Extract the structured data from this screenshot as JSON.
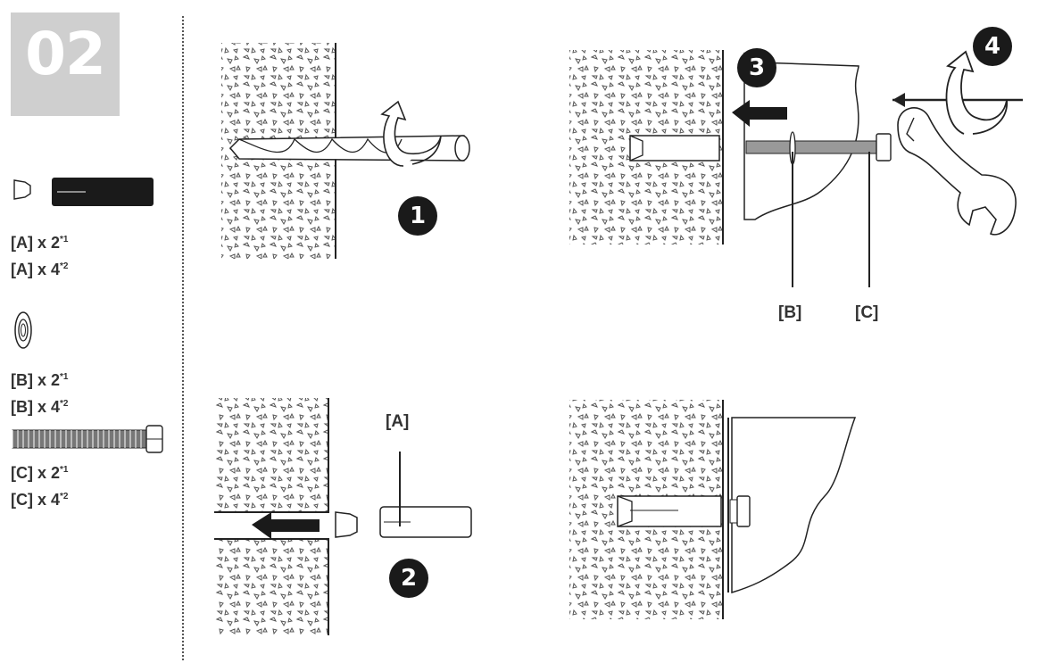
{
  "step": {
    "number": "02"
  },
  "parts": [
    {
      "line1": "[A] x 2",
      "sup1": "*1",
      "line2": "[A] x 4",
      "sup2": "*2"
    },
    {
      "line1": "[B] x 2",
      "sup1": "*1",
      "line2": "[B] x 4",
      "sup2": "*2"
    },
    {
      "line1": "[C] x 2",
      "sup1": "*1",
      "line2": "[C] x 4",
      "sup2": "*2"
    }
  ],
  "callouts": {
    "a": "[A]",
    "b": "[B]",
    "c": "[C]"
  },
  "badges": [
    "1",
    "2",
    "3",
    "4"
  ],
  "colors": {
    "ink": "#1a1a1a",
    "panel": "#cfcfcf",
    "text": "#333333"
  }
}
